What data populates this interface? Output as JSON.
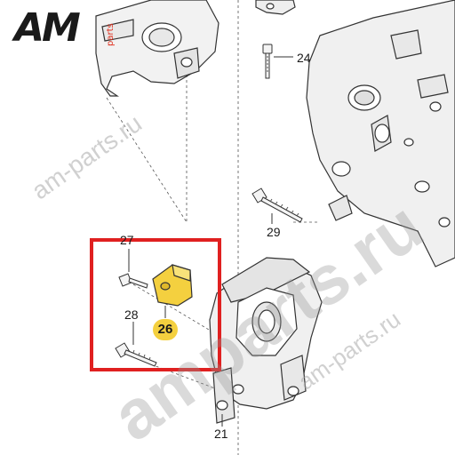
{
  "logo": {
    "main": "AM",
    "sub": "parts"
  },
  "callouts": {
    "c24": "24",
    "c29": "29",
    "c27": "27",
    "c28": "28",
    "c26": "26",
    "c21": "21"
  },
  "watermarks": {
    "small_left": "am-parts.ru",
    "large_center": "amparts.ru",
    "small_right": "am-parts.ru"
  },
  "colors": {
    "highlight_box": "#e02020",
    "highlighted_part": "#f4d03f",
    "logo_accent": "#e0301e"
  }
}
